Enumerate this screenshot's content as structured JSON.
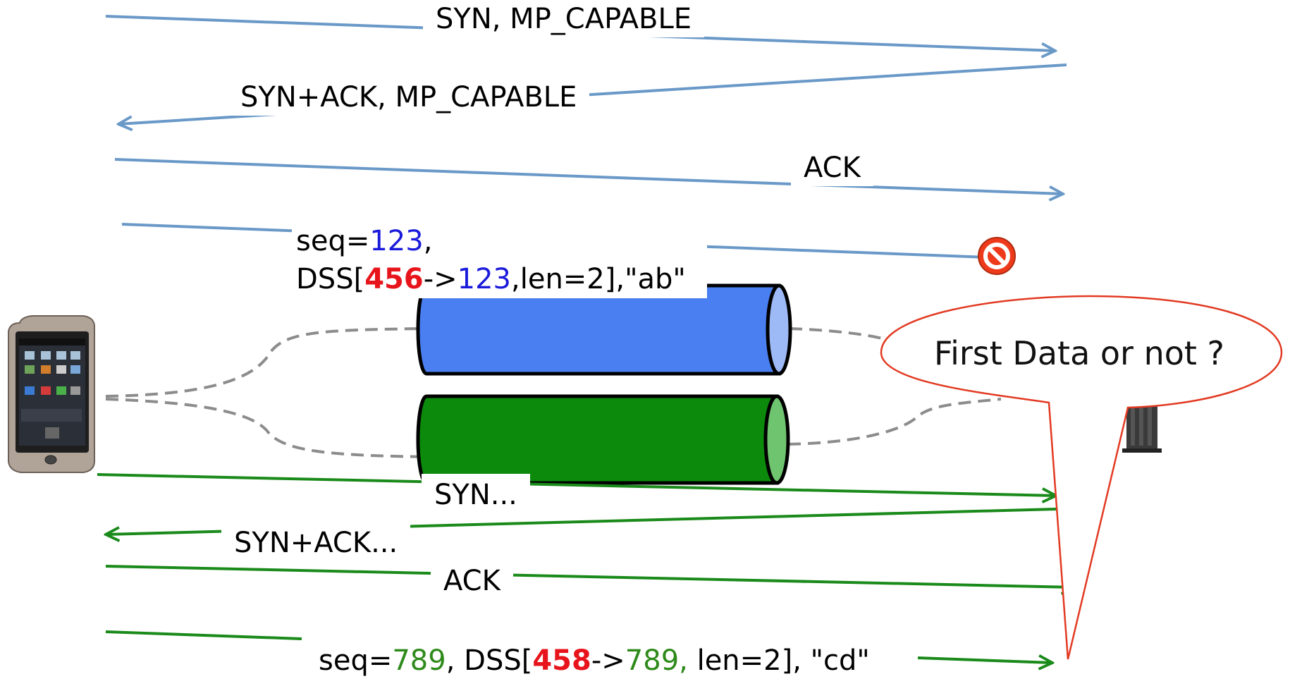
{
  "colors": {
    "blue_line": "#6a99c8",
    "green_line": "#1a8a1a",
    "blue_tube": "#4a7ff2",
    "green_tube": "#0b8a0b",
    "dashed": "#8c8c8c",
    "bubble_border": "#e23a22",
    "seq_blue": "#1a1adb",
    "dss_red": "#e8141b",
    "seq_green": "#2e8a1a"
  },
  "icons": {
    "phone": "smartphone-icon",
    "blocked": "prohibited-icon",
    "server": "server-icon"
  },
  "messages": {
    "syn_mp": "SYN, MP_CAPABLE",
    "synack_mp": "SYN+ACK, MP_CAPABLE",
    "ack1": "ACK",
    "seq_prefix": "seq=",
    "seq1_value": "123",
    "seq1_comma": ",",
    "dss_prefix": "DSS[",
    "dss1_value": "456",
    "dss_arrow": "->",
    "dss1_seq": "123",
    "dss1_suffix": ",len=2],\"ab\"",
    "syn2": "SYN...",
    "synack2": "SYN+ACK...",
    "ack2": "ACK",
    "seq2_prefix": "seq=",
    "seq2_value": "789",
    "seq2_mid": ", DSS[",
    "dss2_value": "458",
    "dss2_arrow": "->",
    "dss2_seq": "789,",
    "dss2_suffix": " len=2], \"cd\""
  },
  "bubble": {
    "text": "First Data or not ?"
  }
}
